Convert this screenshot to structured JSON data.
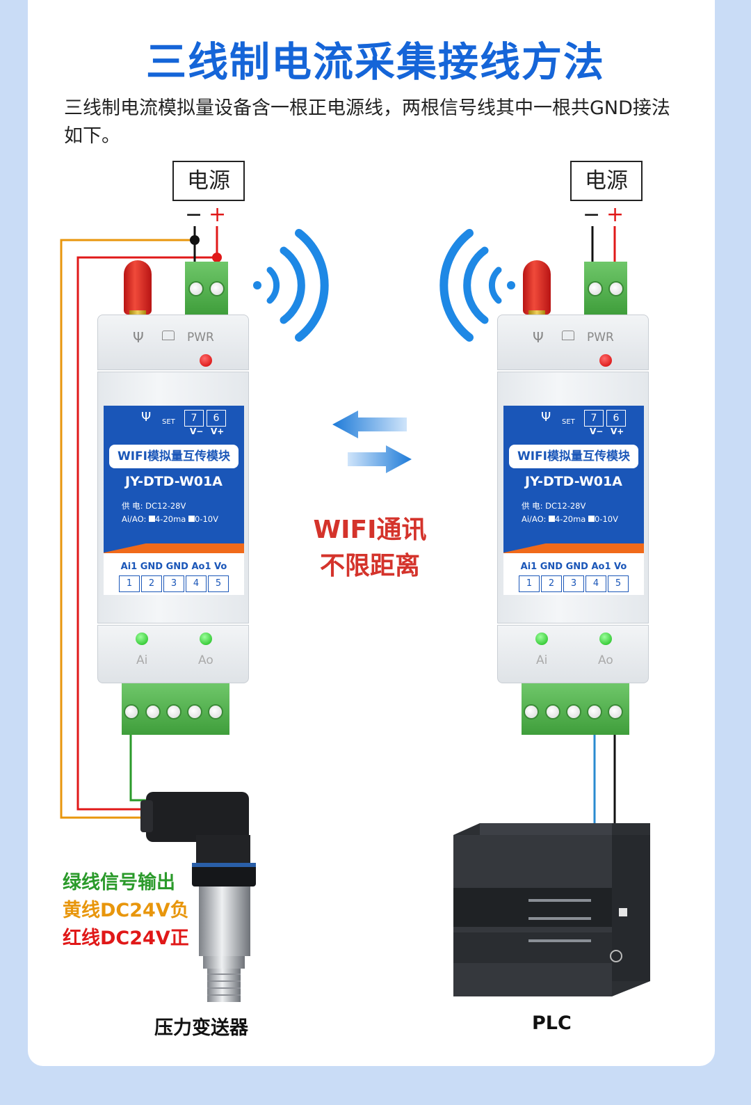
{
  "title": "三线制电流采集接线方法",
  "description": "三线制电流模拟量设备含一根正电源线，两根信号线其中一根共GND接法如下。",
  "power_supply": {
    "label": "电源",
    "minus": "−",
    "plus": "+"
  },
  "module": {
    "pwr_label": "PWR",
    "set_label": "SET",
    "pin7": "7",
    "pin6": "6",
    "v_minus": "V−",
    "v_plus": "V+",
    "product_name": "WIFI模拟量互传模块",
    "model": "JY-DTD-W01A",
    "supply_spec": "供  电: DC12-28V",
    "aio_label": "Ai/AO:",
    "opt1": "4-20ma",
    "opt2": "0-10V",
    "pin_labels": "Ai1  GND  GND  Ao1  Vo",
    "pins": [
      "1",
      "2",
      "3",
      "4",
      "5"
    ],
    "ai_label": "Ai",
    "ao_label": "Ao"
  },
  "center_text": {
    "line1": "WIFI通讯",
    "line2": "不限距离"
  },
  "legend": [
    {
      "text": "绿线信号输出",
      "color": "#2a9a2a"
    },
    {
      "text": "黄线DC24V负",
      "color": "#e8960c"
    },
    {
      "text": "红线DC24V正",
      "color": "#e01818"
    }
  ],
  "left_device": "压力变送器",
  "right_device": "PLC",
  "colors": {
    "title": "#1565d8",
    "module_blue": "#1a56b8",
    "wifi_blue": "#1e88e5",
    "accent_red": "#d4332b"
  }
}
